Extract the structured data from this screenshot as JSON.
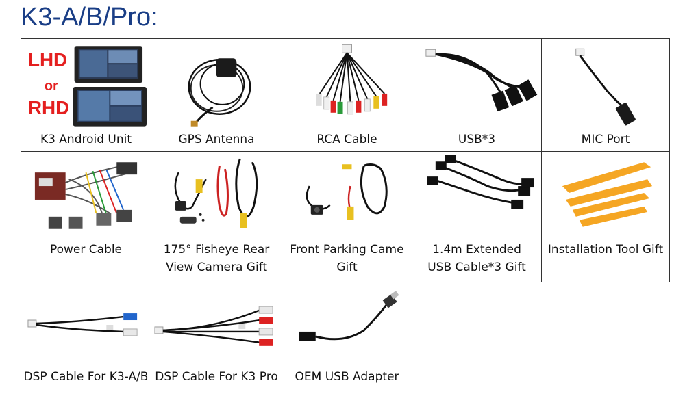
{
  "title": "K3-A/B/Pro:",
  "unit_labels": {
    "lhd": "LHD",
    "or": "or",
    "rhd": "RHD"
  },
  "items": [
    {
      "caption": "K3 Android Unit"
    },
    {
      "caption": "GPS Antenna"
    },
    {
      "caption": "RCA Cable"
    },
    {
      "caption": "USB*3"
    },
    {
      "caption": "MIC Port"
    },
    {
      "caption": "Power Cable"
    },
    {
      "caption_line1": "175° Fisheye Rear",
      "caption_line2": "View Camera Gift"
    },
    {
      "caption_line1": "Front Parking Came",
      "caption_line2": "Gift"
    },
    {
      "caption_line1": "1.4m Extended",
      "caption_line2": "USB Cable*3 Gift"
    },
    {
      "caption": "Installation Tool Gift"
    },
    {
      "caption": "DSP Cable For K3-A/B"
    },
    {
      "caption": "DSP Cable For K3 Pro"
    },
    {
      "caption": "OEM USB Adapter"
    }
  ],
  "colors": {
    "title": "#1a3e86",
    "accent_red": "#e41f1f",
    "tool_orange": "#f5a623"
  }
}
